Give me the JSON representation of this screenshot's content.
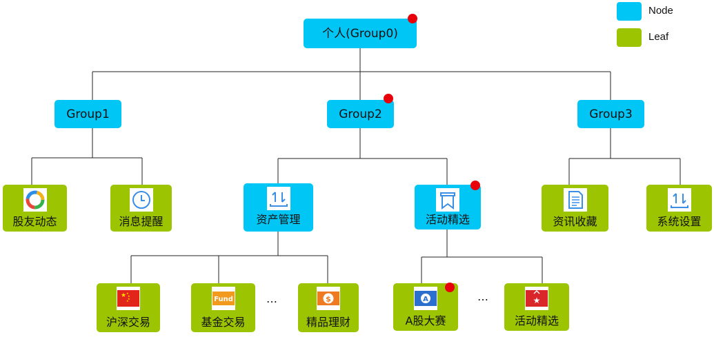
{
  "legend": {
    "node_label": "Node",
    "leaf_label": "Leaf",
    "node_color": "#00c6f6",
    "leaf_color": "#9cc400"
  },
  "root": {
    "label": "个人(Group0)",
    "badge": true
  },
  "groups": [
    {
      "label": "Group1",
      "badge": false
    },
    {
      "label": "Group2",
      "badge": true
    },
    {
      "label": "Group3",
      "badge": false
    }
  ],
  "group1_children": [
    {
      "label": "股友动态",
      "icon": "ring-icon"
    },
    {
      "label": "消息提醒",
      "icon": "clock-icon"
    }
  ],
  "group2_children": [
    {
      "label": "资产管理",
      "icon": "transfer-icon",
      "type": "node"
    },
    {
      "label": "活动精选",
      "icon": "bookmark-icon",
      "type": "node",
      "badge": true
    }
  ],
  "group3_children": [
    {
      "label": "资讯收藏",
      "icon": "document-icon"
    },
    {
      "label": "系统设置",
      "icon": "transfer-icon"
    }
  ],
  "asset_children": [
    {
      "label": "沪深交易",
      "icon": "china-flag-icon"
    },
    {
      "label": "基金交易",
      "icon": "fund-icon",
      "icon_text": "Fund"
    },
    {
      "label": "精品理财",
      "icon": "dollar-coin-icon"
    }
  ],
  "activity_children": [
    {
      "label": "A股大赛",
      "icon": "a-badge-icon",
      "badge": true
    },
    {
      "label": "活动精选",
      "icon": "star-flag-icon"
    }
  ],
  "ellipsis": "…",
  "badge_color": "#e8000b"
}
